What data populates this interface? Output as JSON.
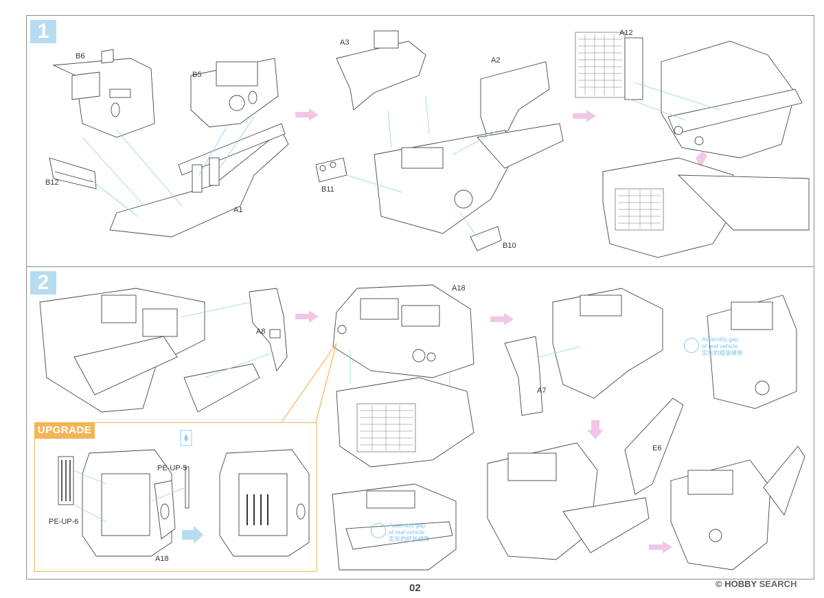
{
  "steps": [
    {
      "number": "1",
      "labels": {
        "b6": "B6",
        "b5": "B5",
        "b12": "B12",
        "a1": "A1",
        "a3": "A3",
        "a2": "A2",
        "b11": "B11",
        "b10": "B10",
        "a12": "A12"
      }
    },
    {
      "number": "2",
      "labels": {
        "a8": "A8",
        "a18": "A18",
        "a7": "A7",
        "e6": "E6"
      }
    }
  ],
  "upgrade": {
    "tag": "UPGRADE",
    "labels": {
      "pe_up_5": "PE-UP-5",
      "pe_up_6": "PE-UP-6",
      "a18": "A18"
    }
  },
  "notes": {
    "assembly_gap_1": [
      "Assembly gap",
      "of real vehicle",
      "实车的组装缝隙"
    ],
    "assembly_gap_2": [
      "Assembly gap",
      "of real vehicle",
      "实车的组装缝隙"
    ]
  },
  "page_number": "02",
  "watermark": {
    "brand": "HOBBY",
    "suffix": "SEARCH",
    "mark": "©"
  },
  "colors": {
    "accent_blue": "#b7dcf1",
    "accent_orange": "#f3b557",
    "arrow_pink": "#f2c6e6",
    "guide_blue": "#8fd0ec"
  },
  "icons": [
    "magnifier-icon",
    "glue-drop-icon",
    "arrow-right-icon",
    "arrow-down-icon"
  ]
}
